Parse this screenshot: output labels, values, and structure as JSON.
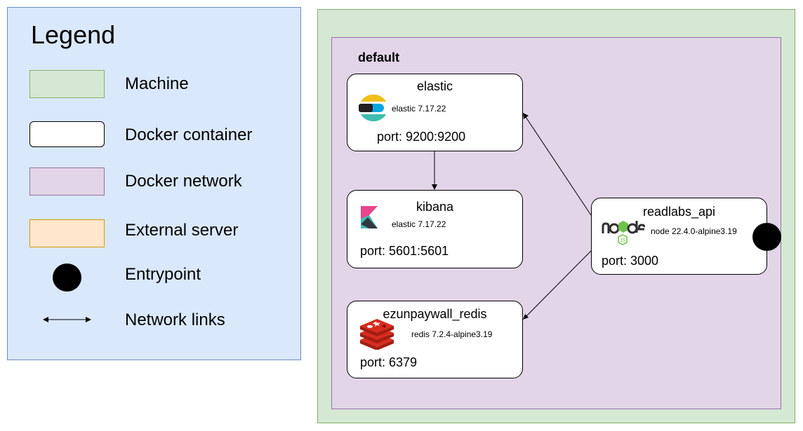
{
  "legend": {
    "title": "Legend",
    "items": [
      {
        "label": "Machine"
      },
      {
        "label": "Docker container"
      },
      {
        "label": "Docker network"
      },
      {
        "label": "External server"
      },
      {
        "label": "Entrypoint"
      },
      {
        "label": "Network links"
      }
    ]
  },
  "network": {
    "name": "default"
  },
  "containers": {
    "elastic": {
      "name": "elastic",
      "image": "elastic 7.17.22",
      "port": "port: 9200:9200",
      "icon": "elasticsearch-icon"
    },
    "kibana": {
      "name": "kibana",
      "image": "elastic 7.17.22",
      "port": "port: 5601:5601",
      "icon": "kibana-icon"
    },
    "redis": {
      "name": "ezunpaywall_redis",
      "image": "redis 7.2.4-alpine3.19",
      "port": "port: 6379",
      "icon": "redis-icon"
    },
    "api": {
      "name": "readlabs_api",
      "image": "node 22.4.0-alpine3.19",
      "port": "port: 3000",
      "icon": "nodejs-icon"
    }
  },
  "colors": {
    "machine_fill": "#d5e8d4",
    "network_fill": "#e1d5e7",
    "external_fill": "#ffe6cc",
    "legend_fill": "#dae8fc"
  }
}
